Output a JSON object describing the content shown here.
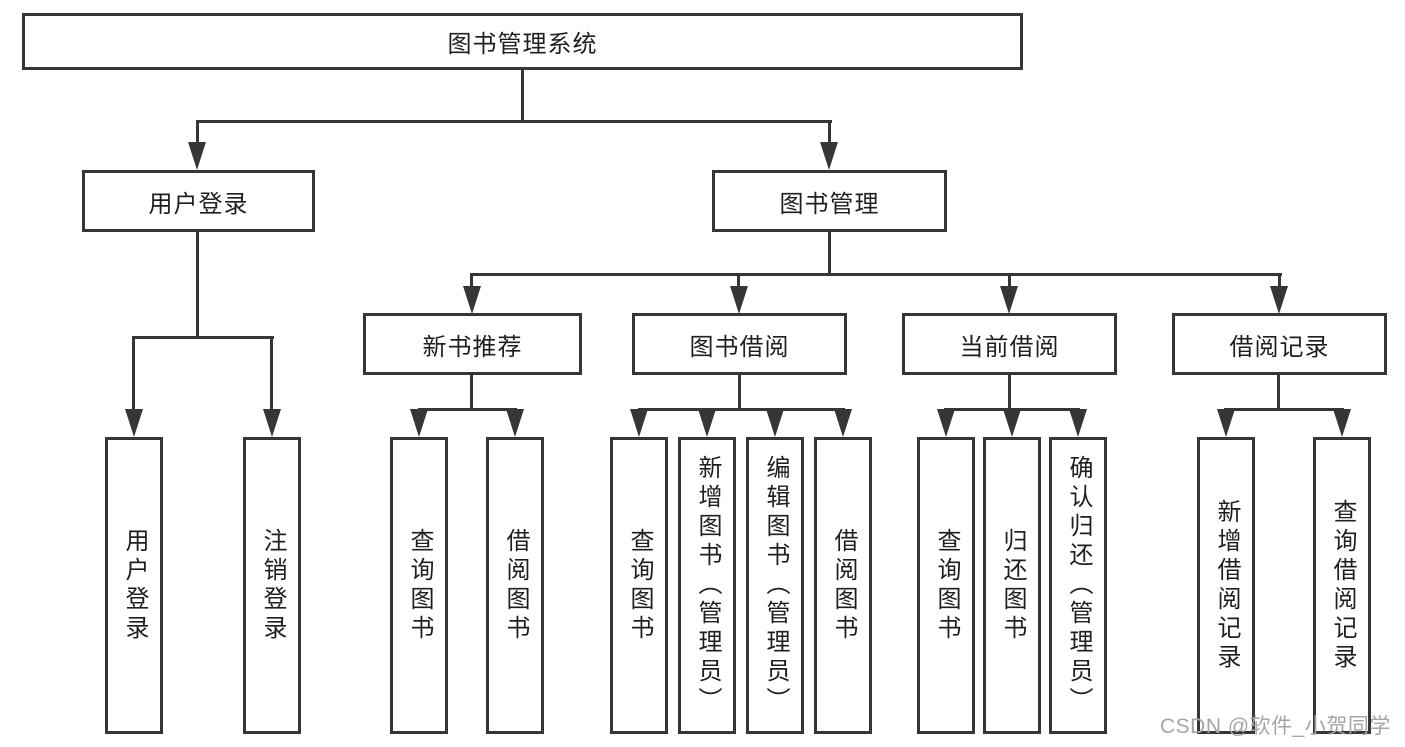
{
  "diagram": {
    "root_label": "图书管理系统",
    "user_login": {
      "label": "用户登录",
      "children": [
        "用户登录",
        "注销登录"
      ]
    },
    "book_mgmt": {
      "label": "图书管理",
      "groups": [
        {
          "label": "新书推荐",
          "children": [
            "查询图书",
            "借阅图书"
          ]
        },
        {
          "label": "图书借阅",
          "children": [
            "查询图书",
            "新增图书（管理员）",
            "编辑图书（管理员）",
            "借阅图书"
          ]
        },
        {
          "label": "当前借阅",
          "children": [
            "查询图书",
            "归还图书",
            "确认归还（管理员）"
          ]
        },
        {
          "label": "借阅记录",
          "children": [
            "新增借阅记录",
            "查询借阅记录"
          ]
        }
      ]
    }
  },
  "watermark": {
    "text": "CSDN @软件_小贺同学"
  },
  "colors": {
    "line": "#363636",
    "text": "#1f1f1f",
    "watermark": "#a6a6a6",
    "background": "#ffffff"
  }
}
